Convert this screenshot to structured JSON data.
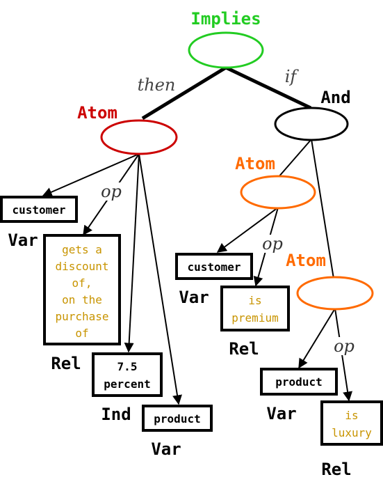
{
  "colors": {
    "green": "#22cc22",
    "red": "#cc0000",
    "orange": "#ff6a00",
    "black": "#000000",
    "gold": "#c89400",
    "edge_label": "#444444"
  },
  "nodes": {
    "implies": {
      "label": "Implies"
    },
    "atom_then": {
      "label": "Atom"
    },
    "and": {
      "label": "And"
    },
    "atom_if1": {
      "label": "Atom"
    },
    "atom_if2": {
      "label": "Atom"
    }
  },
  "edges": {
    "then": "then",
    "if": "if",
    "op1": "op",
    "op2": "op",
    "op3": "op"
  },
  "boxes": {
    "var_customer_1": {
      "text": "customer",
      "type": "Var"
    },
    "rel_discount": {
      "lines": [
        "gets a",
        "discount",
        "of,",
        "on the",
        "purchase",
        "of"
      ],
      "type": "Rel"
    },
    "ind_percent": {
      "lines": [
        "7.5",
        "percent"
      ],
      "type": "Ind"
    },
    "var_product_1": {
      "text": "product",
      "type": "Var"
    },
    "var_customer_2": {
      "text": "customer",
      "type": "Var"
    },
    "rel_premium": {
      "lines": [
        "is",
        "premium"
      ],
      "type": "Rel"
    },
    "var_product_2": {
      "text": "product",
      "type": "Var"
    },
    "rel_luxury": {
      "lines": [
        "is",
        "luxury"
      ],
      "type": "Rel"
    }
  }
}
